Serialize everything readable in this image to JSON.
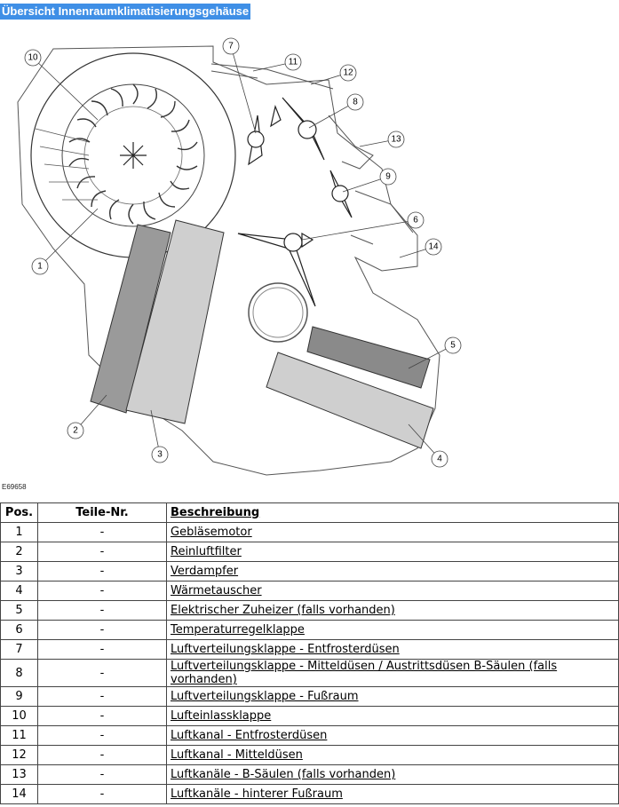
{
  "title": "Übersicht Innenraumklimatisierungsgehäuse",
  "figure_id": "E69658",
  "callouts": [
    "1",
    "2",
    "3",
    "4",
    "5",
    "6",
    "7",
    "8",
    "9",
    "10",
    "11",
    "12",
    "13",
    "14"
  ],
  "table": {
    "headers": {
      "pos": "Pos.",
      "part_no": "Teile-Nr.",
      "description": "Beschreibung"
    },
    "rows": [
      {
        "pos": "1",
        "part_no": "-",
        "description": "Gebläsemotor"
      },
      {
        "pos": "2",
        "part_no": "-",
        "description": "Reinluftfilter"
      },
      {
        "pos": "3",
        "part_no": "-",
        "description": "Verdampfer"
      },
      {
        "pos": "4",
        "part_no": "-",
        "description": "Wärmetauscher"
      },
      {
        "pos": "5",
        "part_no": "-",
        "description": "Elektrischer Zuheizer (falls vorhanden)"
      },
      {
        "pos": "6",
        "part_no": "-",
        "description": "Temperaturregelklappe"
      },
      {
        "pos": "7",
        "part_no": "-",
        "description": "Luftverteilungsklappe - Entfrosterdüsen"
      },
      {
        "pos": "8",
        "part_no": "-",
        "description": "Luftverteilungsklappe - Mitteldüsen / Austrittsdüsen B-Säulen (falls vorhanden)"
      },
      {
        "pos": "9",
        "part_no": "-",
        "description": "Luftverteilungsklappe - Fußraum"
      },
      {
        "pos": "10",
        "part_no": "-",
        "description": "Lufteinlassklappe"
      },
      {
        "pos": "11",
        "part_no": "-",
        "description": "Luftkanal - Entfrosterdüsen"
      },
      {
        "pos": "12",
        "part_no": "-",
        "description": "Luftkanal - Mitteldüsen"
      },
      {
        "pos": "13",
        "part_no": "-",
        "description": "Luftkanäle - B-Säulen (falls vorhanden)"
      },
      {
        "pos": "14",
        "part_no": "-",
        "description": "Luftkanäle - hinterer Fußraum"
      }
    ]
  },
  "colors": {
    "title_bg": "#3f8fe6",
    "filter": "#9a9a9a",
    "evaporator": "#cfcfcf",
    "heater": "#8a8a8a",
    "heat_exchanger": "#cfcfcf"
  }
}
